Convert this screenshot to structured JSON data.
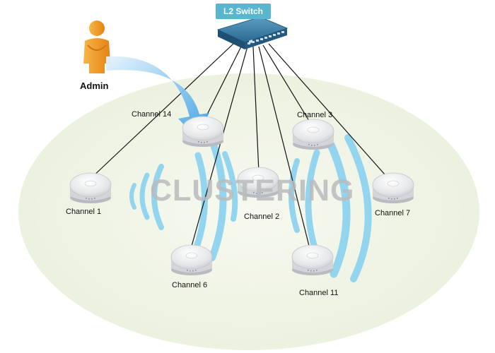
{
  "switch": {
    "label": "L2 Switch"
  },
  "admin": {
    "label": "Admin"
  },
  "overlay": {
    "text": "CLUSTERING"
  },
  "access_points": [
    {
      "id": "ch14",
      "label": "Channel 14"
    },
    {
      "id": "ch3",
      "label": "Channel 3"
    },
    {
      "id": "ch1",
      "label": "Channel 1"
    },
    {
      "id": "ch2",
      "label": "Channel 2"
    },
    {
      "id": "ch7",
      "label": "Channel 7"
    },
    {
      "id": "ch6",
      "label": "Channel 6"
    },
    {
      "id": "ch11",
      "label": "Channel 11"
    }
  ],
  "colors": {
    "ellipse": "#eef3e2",
    "wave": "#8fd3ee",
    "arrow": "#4aa9e6",
    "switch_body": "#2d6f95",
    "admin": "#f39b1e"
  }
}
